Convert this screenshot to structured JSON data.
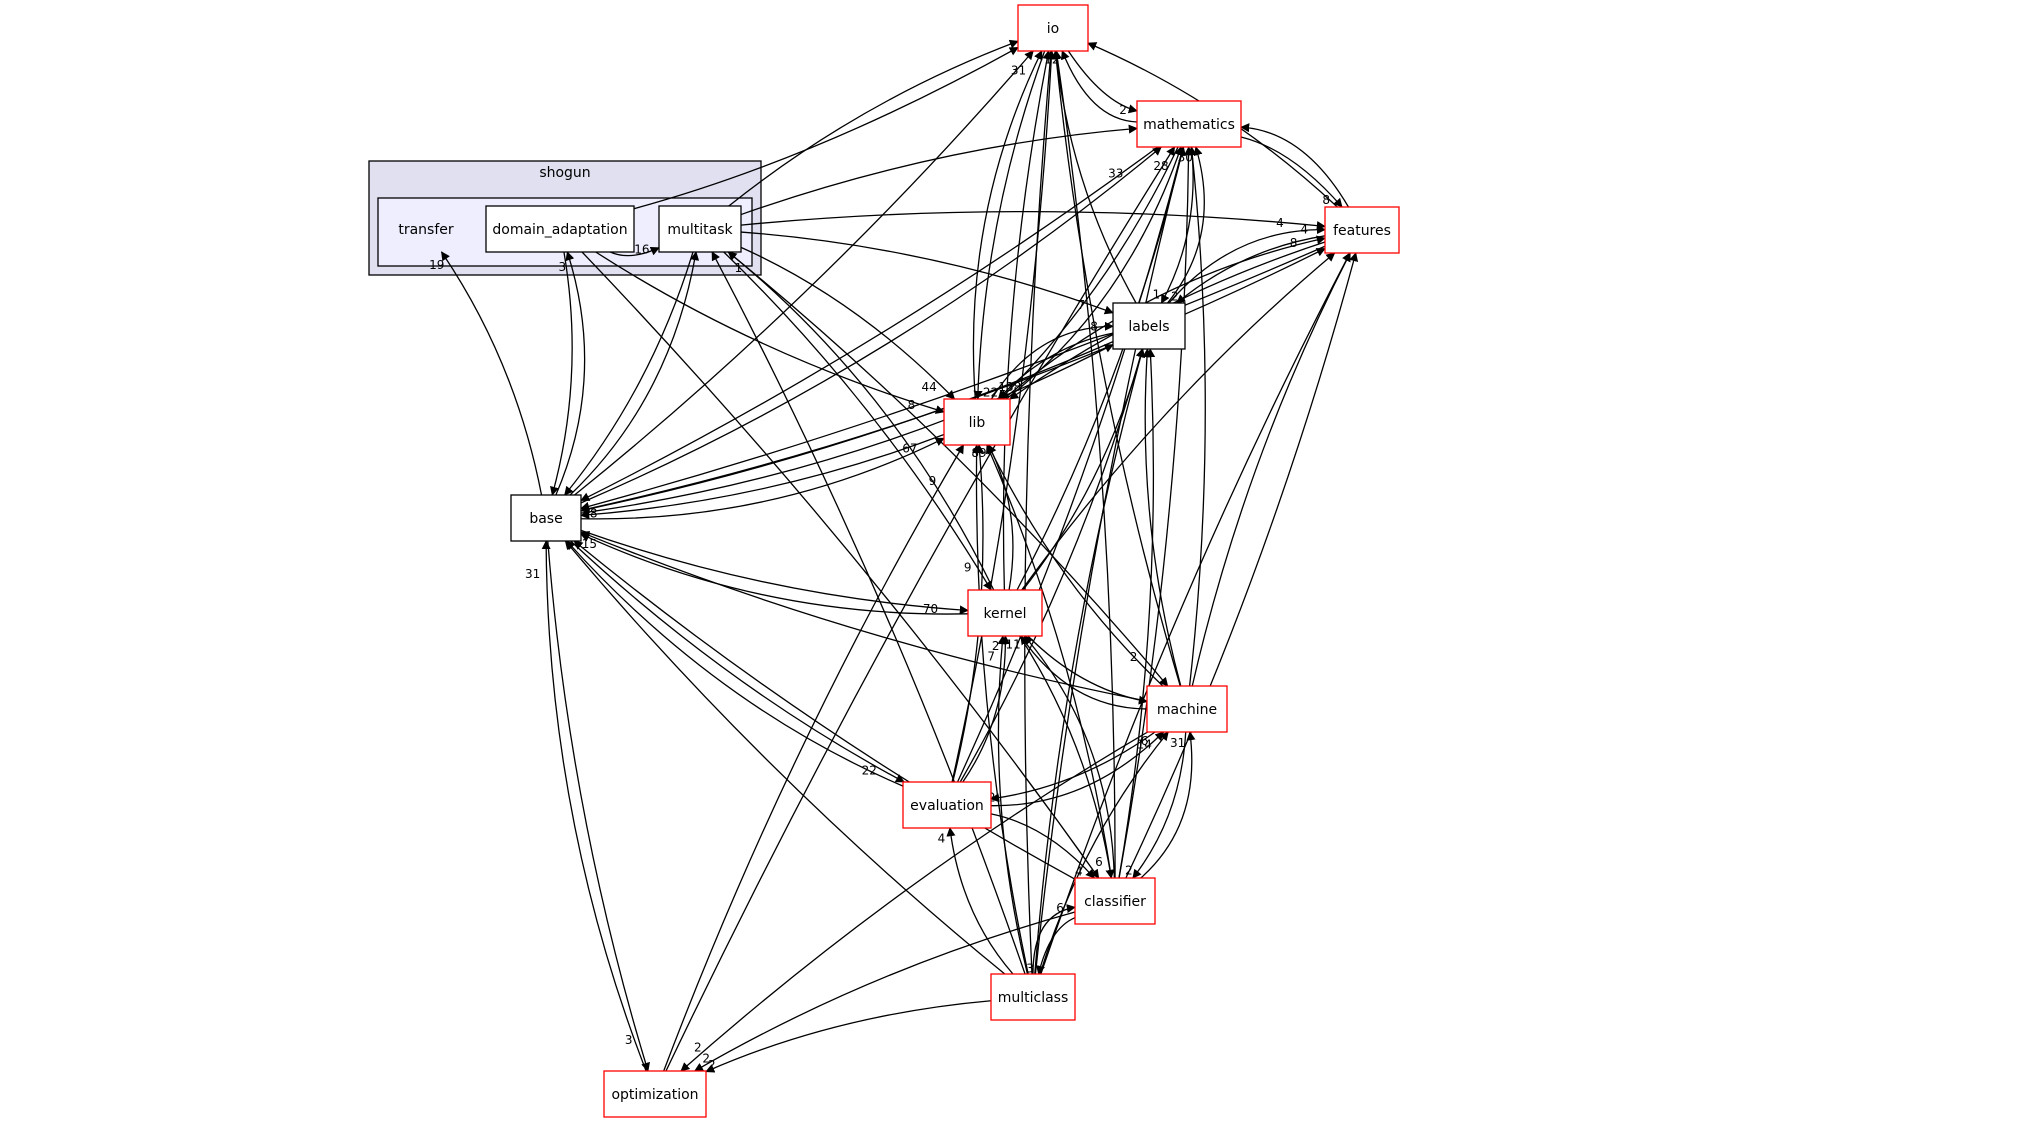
{
  "cluster": {
    "label": "shogun"
  },
  "nodes": [
    {
      "id": "io",
      "label": "io",
      "style": "red"
    },
    {
      "id": "mathematics",
      "label": "mathematics",
      "style": "red"
    },
    {
      "id": "features",
      "label": "features",
      "style": "red"
    },
    {
      "id": "labels",
      "label": "labels",
      "style": "black"
    },
    {
      "id": "lib",
      "label": "lib",
      "style": "red"
    },
    {
      "id": "base",
      "label": "base",
      "style": "black"
    },
    {
      "id": "kernel",
      "label": "kernel",
      "style": "red"
    },
    {
      "id": "machine",
      "label": "machine",
      "style": "red"
    },
    {
      "id": "evaluation",
      "label": "evaluation",
      "style": "red"
    },
    {
      "id": "classifier",
      "label": "classifier",
      "style": "red"
    },
    {
      "id": "multiclass",
      "label": "multiclass",
      "style": "red"
    },
    {
      "id": "optimization",
      "label": "optimization",
      "style": "red"
    },
    {
      "id": "transfer",
      "label": "transfer",
      "style": "plain"
    },
    {
      "id": "domain_adaptation",
      "label": "domain_adaptation",
      "style": "black"
    },
    {
      "id": "multitask",
      "label": "multitask",
      "style": "black"
    }
  ],
  "edges": [
    {
      "from": "domain_adaptation",
      "to": "io",
      "label": ""
    },
    {
      "from": "domain_adaptation",
      "to": "base",
      "label": ""
    },
    {
      "from": "domain_adaptation",
      "to": "lib",
      "label": "8"
    },
    {
      "from": "domain_adaptation",
      "to": "multitask",
      "label": "16"
    },
    {
      "from": "domain_adaptation",
      "to": "classifier",
      "label": ""
    },
    {
      "from": "multitask",
      "to": "io",
      "label": ""
    },
    {
      "from": "multitask",
      "to": "mathematics",
      "label": ""
    },
    {
      "from": "multitask",
      "to": "features",
      "label": "4"
    },
    {
      "from": "multitask",
      "to": "labels",
      "label": "7"
    },
    {
      "from": "multitask",
      "to": "lib",
      "label": "44"
    },
    {
      "from": "multitask",
      "to": "base",
      "label": ""
    },
    {
      "from": "multitask",
      "to": "kernel",
      "label": "9"
    },
    {
      "from": "multitask",
      "to": "machine",
      "label": "2"
    },
    {
      "from": "io",
      "to": "lib",
      "label": ""
    },
    {
      "from": "io",
      "to": "mathematics",
      "label": "2"
    },
    {
      "from": "mathematics",
      "to": "io",
      "label": "12"
    },
    {
      "from": "mathematics",
      "to": "lib",
      "label": ""
    },
    {
      "from": "mathematics",
      "to": "labels",
      "label": "1"
    },
    {
      "from": "mathematics",
      "to": "features",
      "label": "8"
    },
    {
      "from": "mathematics",
      "to": "base",
      "label": ""
    },
    {
      "from": "features",
      "to": "io",
      "label": ""
    },
    {
      "from": "features",
      "to": "mathematics",
      "label": ""
    },
    {
      "from": "features",
      "to": "labels",
      "label": "2"
    },
    {
      "from": "features",
      "to": "lib",
      "label": "138"
    },
    {
      "from": "features",
      "to": "base",
      "label": ""
    },
    {
      "from": "labels",
      "to": "io",
      "label": ""
    },
    {
      "from": "labels",
      "to": "mathematics",
      "label": "30"
    },
    {
      "from": "labels",
      "to": "features",
      "label": "4"
    },
    {
      "from": "labels",
      "to": "lib",
      "label": "22"
    },
    {
      "from": "labels",
      "to": "base",
      "label": ""
    },
    {
      "from": "lib",
      "to": "io",
      "label": "31"
    },
    {
      "from": "lib",
      "to": "mathematics",
      "label": "28"
    },
    {
      "from": "lib",
      "to": "labels",
      "label": "8"
    },
    {
      "from": "lib",
      "to": "features",
      "label": "8"
    },
    {
      "from": "lib",
      "to": "base",
      "label": "48"
    },
    {
      "from": "base",
      "to": "io",
      "label": ""
    },
    {
      "from": "base",
      "to": "lib",
      "label": "67"
    },
    {
      "from": "base",
      "to": "mathematics",
      "label": "33"
    },
    {
      "from": "base",
      "to": "labels",
      "label": ""
    },
    {
      "from": "base",
      "to": "features",
      "label": ""
    },
    {
      "from": "base",
      "to": "transfer",
      "label": "19"
    },
    {
      "from": "base",
      "to": "domain_adaptation",
      "label": "3"
    },
    {
      "from": "base",
      "to": "multitask",
      "label": ""
    },
    {
      "from": "base",
      "to": "kernel",
      "label": "70"
    },
    {
      "from": "base",
      "to": "evaluation",
      "label": "22"
    },
    {
      "from": "base",
      "to": "optimization",
      "label": "3"
    },
    {
      "from": "kernel",
      "to": "io",
      "label": ""
    },
    {
      "from": "kernel",
      "to": "lib",
      "label": "89"
    },
    {
      "from": "kernel",
      "to": "labels",
      "label": ""
    },
    {
      "from": "kernel",
      "to": "features",
      "label": ""
    },
    {
      "from": "kernel",
      "to": "mathematics",
      "label": ""
    },
    {
      "from": "kernel",
      "to": "base",
      "label": "15"
    },
    {
      "from": "kernel",
      "to": "multitask",
      "label": "1"
    },
    {
      "from": "kernel",
      "to": "machine",
      "label": ""
    },
    {
      "from": "kernel",
      "to": "classifier",
      "label": "6"
    },
    {
      "from": "machine",
      "to": "io",
      "label": ""
    },
    {
      "from": "machine",
      "to": "mathematics",
      "label": ""
    },
    {
      "from": "machine",
      "to": "features",
      "label": ""
    },
    {
      "from": "machine",
      "to": "labels",
      "label": ""
    },
    {
      "from": "machine",
      "to": "lib",
      "label": ""
    },
    {
      "from": "machine",
      "to": "base",
      "label": ""
    },
    {
      "from": "machine",
      "to": "kernel",
      "label": "11"
    },
    {
      "from": "machine",
      "to": "evaluation",
      "label": "2"
    },
    {
      "from": "machine",
      "to": "classifier",
      "label": "2"
    },
    {
      "from": "machine",
      "to": "optimization",
      "label": "2"
    },
    {
      "from": "evaluation",
      "to": "io",
      "label": ""
    },
    {
      "from": "evaluation",
      "to": "mathematics",
      "label": ""
    },
    {
      "from": "evaluation",
      "to": "labels",
      "label": ""
    },
    {
      "from": "evaluation",
      "to": "lib",
      "label": ""
    },
    {
      "from": "evaluation",
      "to": "base",
      "label": ""
    },
    {
      "from": "evaluation",
      "to": "kernel",
      "label": "2"
    },
    {
      "from": "evaluation",
      "to": "machine",
      "label": "6"
    },
    {
      "from": "evaluation",
      "to": "classifier",
      "label": "4"
    },
    {
      "from": "classifier",
      "to": "io",
      "label": ""
    },
    {
      "from": "classifier",
      "to": "mathematics",
      "label": ""
    },
    {
      "from": "classifier",
      "to": "features",
      "label": ""
    },
    {
      "from": "classifier",
      "to": "labels",
      "label": ""
    },
    {
      "from": "classifier",
      "to": "lib",
      "label": ""
    },
    {
      "from": "classifier",
      "to": "base",
      "label": ""
    },
    {
      "from": "classifier",
      "to": "kernel",
      "label": ""
    },
    {
      "from": "classifier",
      "to": "machine",
      "label": "31"
    },
    {
      "from": "classifier",
      "to": "multiclass",
      "label": "3"
    },
    {
      "from": "classifier",
      "to": "optimization",
      "label": "2"
    },
    {
      "from": "multiclass",
      "to": "io",
      "label": ""
    },
    {
      "from": "multiclass",
      "to": "mathematics",
      "label": ""
    },
    {
      "from": "multiclass",
      "to": "features",
      "label": ""
    },
    {
      "from": "multiclass",
      "to": "labels",
      "label": ""
    },
    {
      "from": "multiclass",
      "to": "lib",
      "label": ""
    },
    {
      "from": "multiclass",
      "to": "base",
      "label": ""
    },
    {
      "from": "multiclass",
      "to": "kernel",
      "label": "7"
    },
    {
      "from": "multiclass",
      "to": "machine",
      "label": "14"
    },
    {
      "from": "multiclass",
      "to": "evaluation",
      "label": "4"
    },
    {
      "from": "multiclass",
      "to": "classifier",
      "label": "6"
    },
    {
      "from": "multiclass",
      "to": "multitask",
      "label": ""
    },
    {
      "from": "multiclass",
      "to": "optimization",
      "label": "2"
    },
    {
      "from": "optimization",
      "to": "lib",
      "label": "9"
    },
    {
      "from": "optimization",
      "to": "mathematics",
      "label": ""
    },
    {
      "from": "optimization",
      "to": "base",
      "label": "31"
    }
  ]
}
